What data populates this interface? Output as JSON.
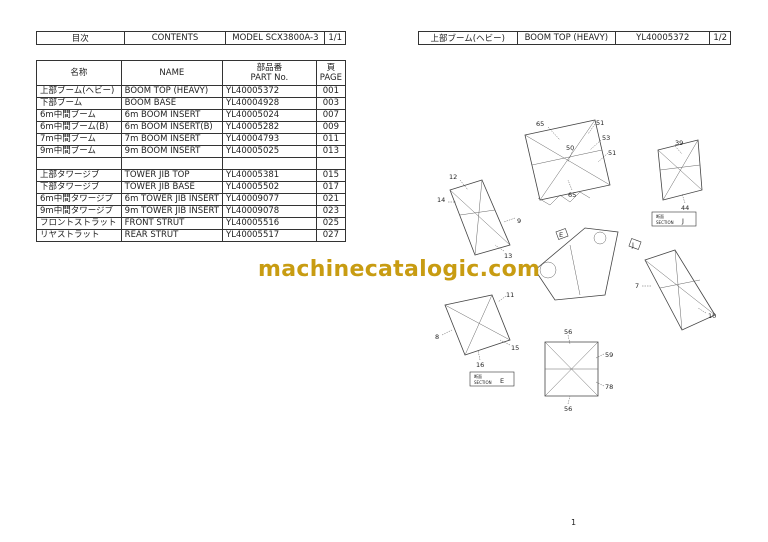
{
  "left_header": {
    "contents_ja": "目次",
    "contents_en": "CONTENTS",
    "model": "MODEL SCX3800A-3",
    "page": "1/1"
  },
  "right_header": {
    "section_ja": "上部ブーム(ヘビー)",
    "section_en": "BOOM TOP (HEAVY)",
    "part_no": "YL40005372",
    "page": "1/2"
  },
  "contents": {
    "col_name_ja": "名称",
    "col_name_en": "NAME",
    "col_part_ja": "部品番",
    "col_part_en": "PART No.",
    "col_page_ja": "頁",
    "col_page_en": "PAGE",
    "rows_a": [
      {
        "ja": "上部ブーム(ヘビー)",
        "en": "BOOM TOP (HEAVY)",
        "part": "YL40005372",
        "page": "001"
      },
      {
        "ja": "下部ブーム",
        "en": "BOOM BASE",
        "part": "YL40004928",
        "page": "003"
      },
      {
        "ja": "6m中間ブーム",
        "en": "6m BOOM INSERT",
        "part": "YL40005024",
        "page": "007"
      },
      {
        "ja": "6m中間ブーム(B)",
        "en": "6m BOOM INSERT(B)",
        "part": "YL40005282",
        "page": "009"
      },
      {
        "ja": "7m中間ブーム",
        "en": "7m BOOM INSERT",
        "part": "YL40004793",
        "page": "011"
      },
      {
        "ja": "9m中間ブーム",
        "en": "9m BOOM INSERT",
        "part": "YL40005025",
        "page": "013"
      }
    ],
    "rows_b": [
      {
        "ja": "上部タワージブ",
        "en": "TOWER JIB TOP",
        "part": "YL40005381",
        "page": "015"
      },
      {
        "ja": "下部タワージブ",
        "en": "TOWER JIB BASE",
        "part": "YL40005502",
        "page": "017"
      },
      {
        "ja": "6m中間タワージブ",
        "en": "6m TOWER JIB INSERT",
        "part": "YL40009077",
        "page": "021"
      },
      {
        "ja": "9m中間タワージブ",
        "en": "9m TOWER JIB INSERT",
        "part": "YL40009078",
        "page": "023"
      },
      {
        "ja": "フロントストラット",
        "en": "FRONT STRUT",
        "part": "YL40005516",
        "page": "025"
      },
      {
        "ja": "リヤストラット",
        "en": "REAR STRUT",
        "part": "YL40005517",
        "page": "027"
      }
    ]
  },
  "diagram": {
    "callouts": {
      "c65a": "65",
      "c51a": "51",
      "c53": "53",
      "c50": "50",
      "c51b": "51",
      "c65b": "65",
      "c39": "39",
      "c44": "44",
      "c12": "12",
      "c14": "14",
      "c9": "9",
      "c13": "13",
      "c7": "7",
      "c10": "10",
      "c11": "11",
      "c8": "8",
      "c15": "15",
      "c16": "16",
      "c56a": "56",
      "c59": "59",
      "c78": "78",
      "c56b": "56",
      "markE": "E",
      "markJ": "J"
    },
    "section_j": {
      "ja": "断面",
      "en": "SECTION",
      "letter": "J"
    },
    "section_e": {
      "ja": "断面",
      "en": "SECTION",
      "letter": "E"
    }
  },
  "watermark": "machinecatalogic.com",
  "page_number": "1"
}
